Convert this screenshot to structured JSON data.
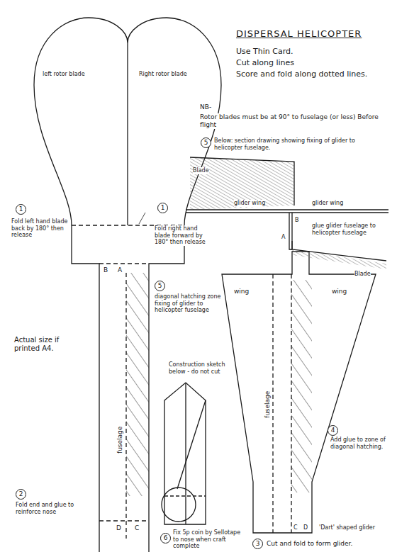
{
  "diagram": {
    "title": "DISPERSAL HELICOPTER",
    "labels": [
      "Use Thin Card.",
      "Cut along lines",
      "Score and fold along dotted lines.",
      "NB-",
      "Rotor blades must be at 90° to fuselage (or less) Before flight",
      "left rotor blade",
      "Right rotor blade",
      "1",
      "Fold left hand blade back by 180° then release",
      "1",
      "Fold right hand blade forward by 180° then release",
      "5",
      "Below: section drawing showing fixing of glider to helicopter fuselage.",
      "Blade",
      "glider wing",
      "glider wing",
      "A",
      "B",
      "glue glider fuselage to helicopter fuselage",
      "Blade",
      "B",
      "A",
      "5",
      "diagonal hatching zone fixing of glider to helicopter fuselage",
      "Actual size if printed A4.",
      "fuselage",
      "2",
      "Fold end and glue to reinforce nose",
      "D",
      "C",
      "Construction sketch below - do not cut",
      "6",
      "Fix 5p coin by Sellotape to nose when craft complete",
      "wing",
      "wing",
      "fuselage",
      "4",
      "Add glue to zone of diagonal hatching.",
      "C",
      "D",
      "'Dart' shaped glider",
      "3",
      "Cut and fold to form glider."
    ]
  }
}
